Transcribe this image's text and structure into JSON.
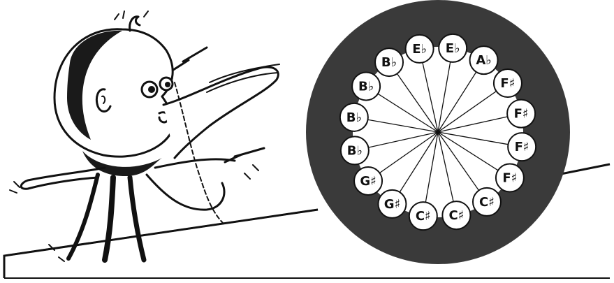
{
  "illustration": {
    "character": "octopus-conductor",
    "style": "black-and-white cartoon line drawing"
  },
  "note_wheel": {
    "notes": [
      "E♭",
      "A♭",
      "F♯",
      "F♯",
      "F♯",
      "F♯",
      "C♯",
      "C♯",
      "C♯",
      "G♯",
      "G♯",
      "B♭",
      "B♭",
      "B♭",
      "B♭",
      "E♭"
    ],
    "colors": {
      "wheel_fill": "#3a3a3a",
      "bubble_fill": "#ffffff",
      "line_color": "#111111"
    }
  }
}
